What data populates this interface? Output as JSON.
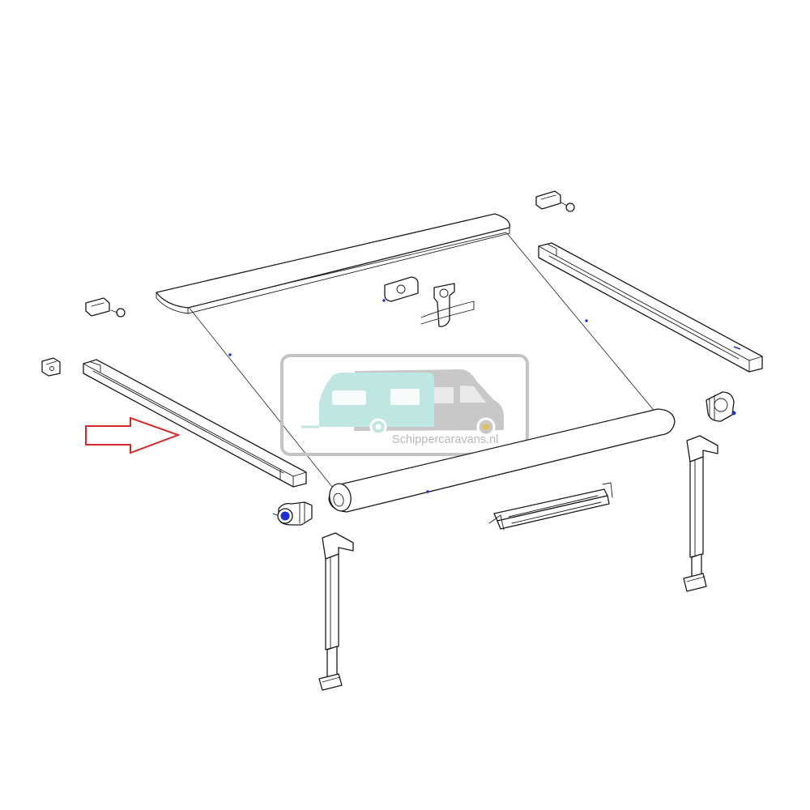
{
  "watermark": {
    "text": "Schippercaravans.nl",
    "caravan_color": "#bfe7e1",
    "camper_color": "#c8c8c8",
    "frame_color": "#c4c4c4"
  },
  "highlight": {
    "icon": "arrow-right-outline-icon",
    "color": "#d42a2a",
    "points_to": "front left arm"
  },
  "parts": [
    "awning-top-cover",
    "awning-fabric",
    "roller-tube",
    "left-arm",
    "right-arm",
    "front-left-end-cap",
    "front-right-end-cap",
    "back-left-end-cap",
    "back-right-end-cap",
    "left-support-leg",
    "right-support-leg",
    "center-bracket",
    "tension-bar"
  ]
}
